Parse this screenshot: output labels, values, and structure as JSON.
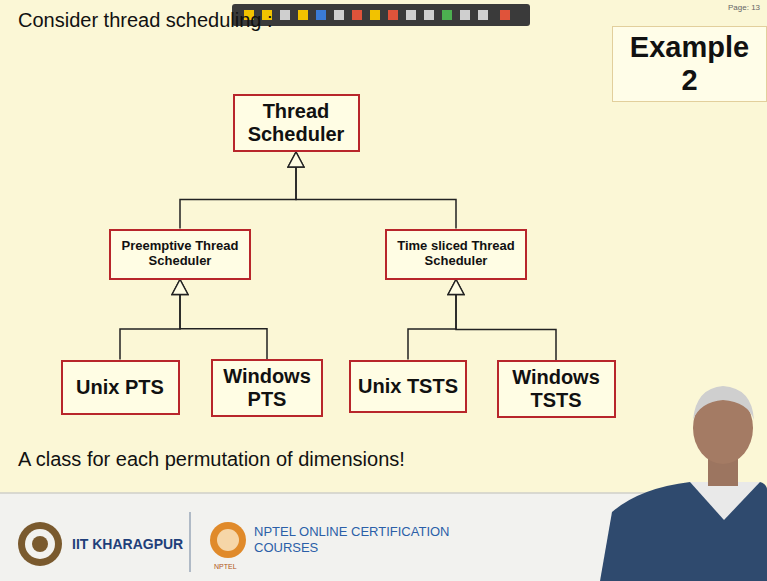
{
  "diagram": {
    "title": "Consider thread scheduling :",
    "nodes": [
      {
        "text": [
          "Example 2"
        ]
      },
      {
        "text": [
          "Thread Scheduler"
        ]
      },
      {
        "text": [
          "Preemptive Thread Scheduler"
        ]
      },
      {
        "text": [
          "Time sliced Thread Scheduler"
        ]
      },
      {
        "text": [
          "Unix PTS"
        ]
      },
      {
        "text": [
          "Windows PTS"
        ]
      },
      {
        "text": [
          "Unix TSTS"
        ]
      },
      {
        "text": [
          "Windows TSTS"
        ]
      }
    ],
    "edges": [
      {
        "from": 2,
        "to": 1,
        "arrow": "to"
      },
      {
        "from": 3,
        "to": 1,
        "arrow": "to"
      },
      {
        "from": 4,
        "to": 2,
        "arrow": "to"
      },
      {
        "from": 5,
        "to": 2,
        "arrow": "to"
      },
      {
        "from": 6,
        "to": 3,
        "arrow": "to"
      },
      {
        "from": 7,
        "to": 3,
        "arrow": "to"
      }
    ],
    "labels": [
      "Page: 13",
      "A class for each permutation of dimensions!",
      "IIT KHARAGPUR",
      "NPTEL ONLINE CERTIFICATION COURSES",
      "NPTEL"
    ]
  }
}
